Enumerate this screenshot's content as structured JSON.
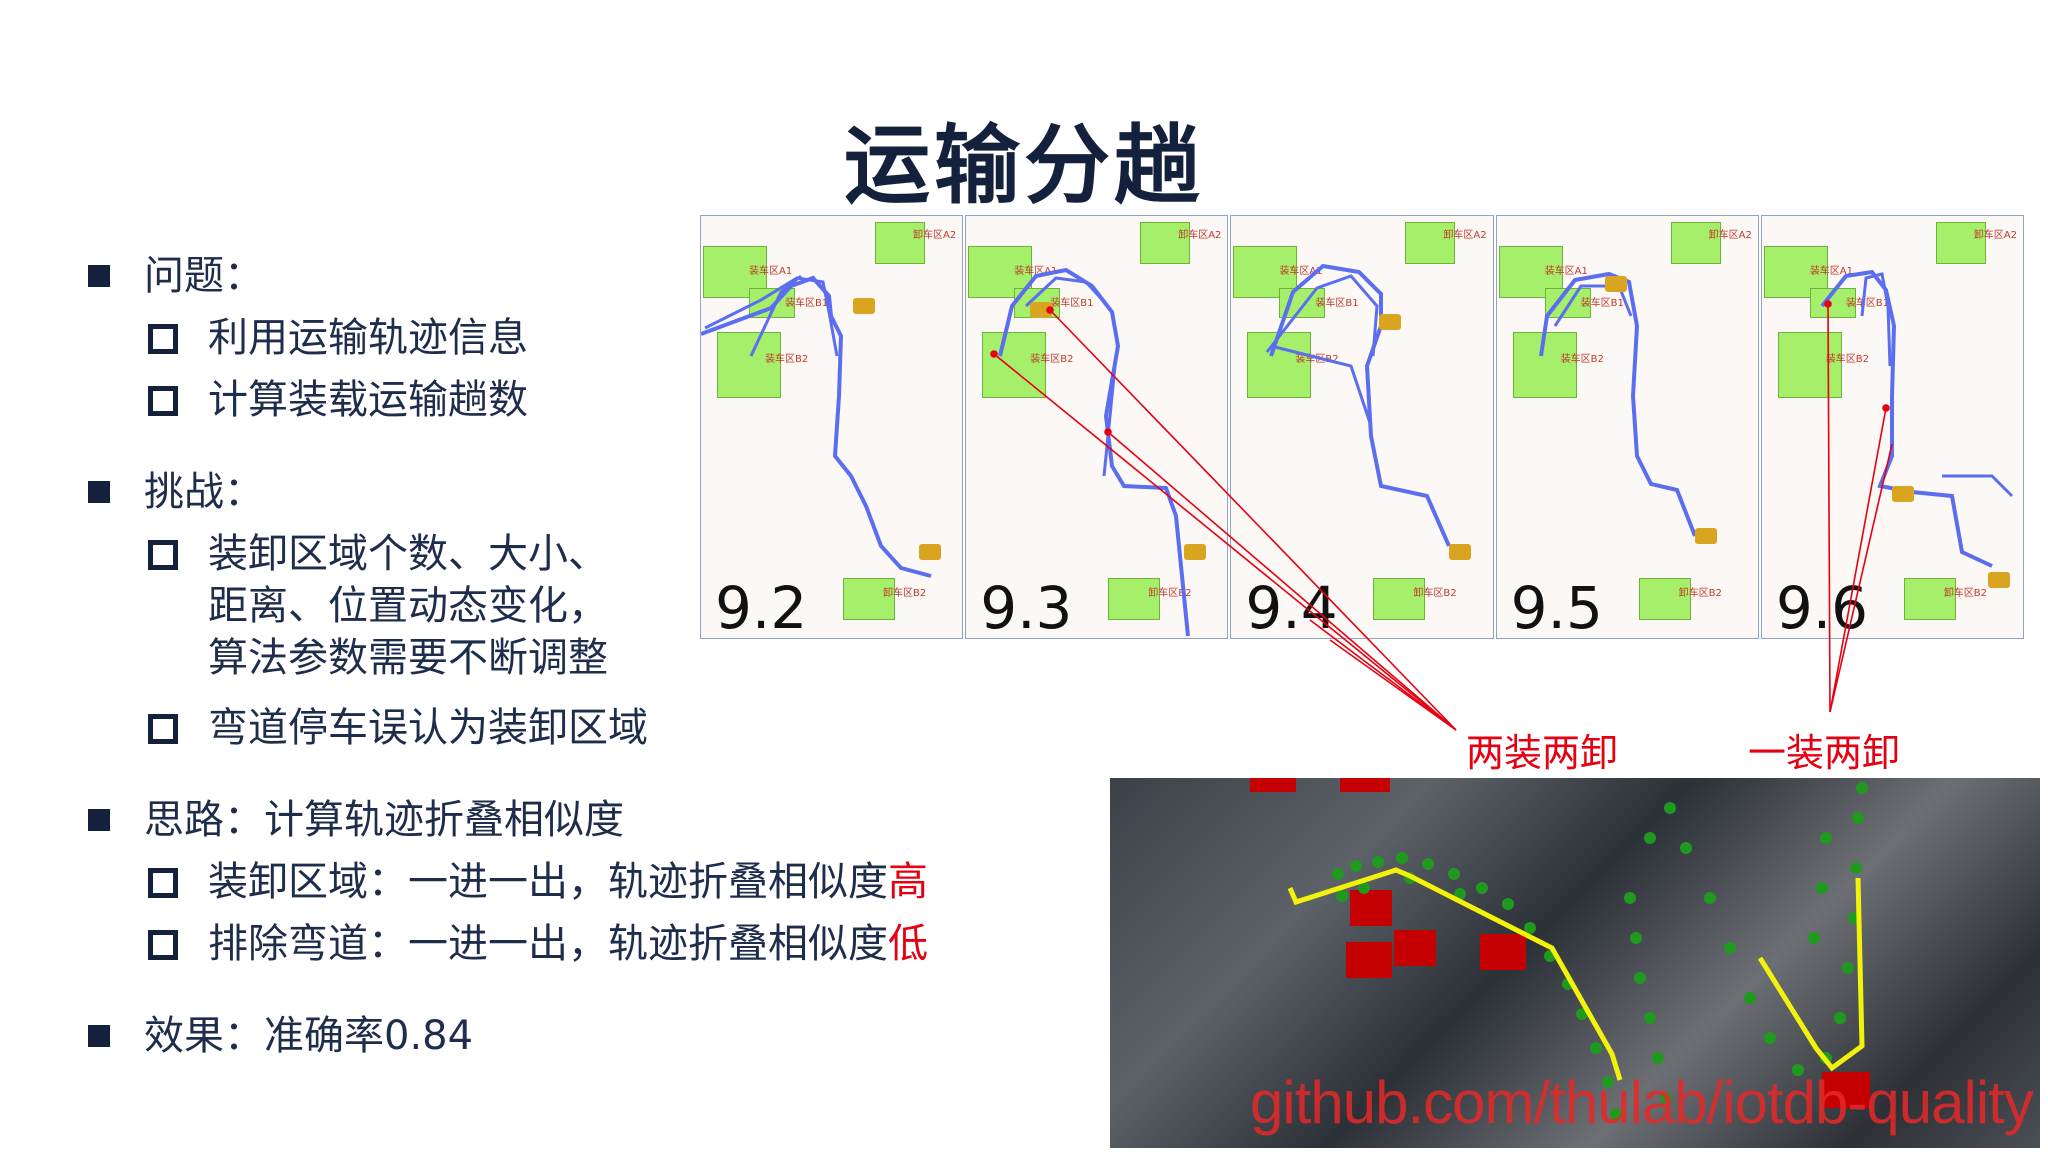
{
  "title": "运输分趟",
  "bullets": {
    "problem": {
      "label": "问题：",
      "items": [
        "利用运输轨迹信息",
        "计算装载运输趟数"
      ]
    },
    "challenge": {
      "label": "挑战：",
      "items": [
        "装卸区域个数、大小、\n距离、位置动态变化，\n算法参数需要不断调整",
        "弯道停车误认为装卸区域"
      ]
    },
    "idea": {
      "label": "思路：计算轨迹折叠相似度",
      "items": [
        {
          "text": "装卸区域：一进一出，轨迹折叠相似度",
          "highlight": "高"
        },
        {
          "text": "排除弯道：一进一出，轨迹折叠相似度",
          "highlight": "低"
        }
      ]
    },
    "result": {
      "label": "效果：准确率0.84"
    }
  },
  "panels": [
    {
      "date": "9.2"
    },
    {
      "date": "9.3"
    },
    {
      "date": "9.4"
    },
    {
      "date": "9.5"
    },
    {
      "date": "9.6"
    }
  ],
  "zone_labels": {
    "a1": "装车区A1",
    "a2": "卸车区A2",
    "b1": "装车区B1",
    "b2": "装车区B2",
    "b2_unload": "卸车区B2"
  },
  "annotations": {
    "two_load_two_unload": "两装两卸",
    "one_load_two_unload": "一装两卸"
  },
  "photo": {
    "watermark": "github.com/thulab/iotdb-quality"
  },
  "colors": {
    "title": "#14213d",
    "highlight": "#e60012",
    "track": "#5b6ef0",
    "zone": "#a6ef6a",
    "path": "#f2f20a",
    "points": "#1f9a1f"
  }
}
